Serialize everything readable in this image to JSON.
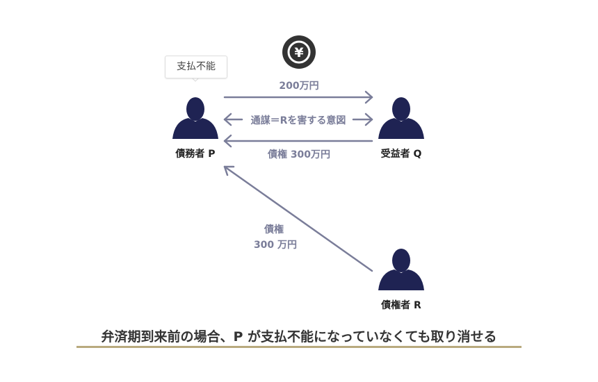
{
  "bubble": {
    "text": "支払不能"
  },
  "coin": {
    "icon": "yen-coin-icon",
    "symbol": "¥"
  },
  "persons": {
    "p": {
      "label": "債務者 P",
      "icon": "person-icon"
    },
    "q": {
      "label": "受益者 Q",
      "icon": "person-icon"
    },
    "r": {
      "label": "債権者 R",
      "icon": "person-icon"
    }
  },
  "arrows": {
    "payment": "200万円",
    "collusion": "通謀＝Rを害する意図",
    "q_claim": "債権 300万円",
    "r_claim_line1": "債権",
    "r_claim_line2": "300 万円"
  },
  "caption": "弁済期到来前の場合、P が支払不能になっていなくても取り消せる",
  "colors": {
    "person": "#1f2353",
    "arrow": "#7a7d99",
    "underline": "#b9aa7e"
  }
}
